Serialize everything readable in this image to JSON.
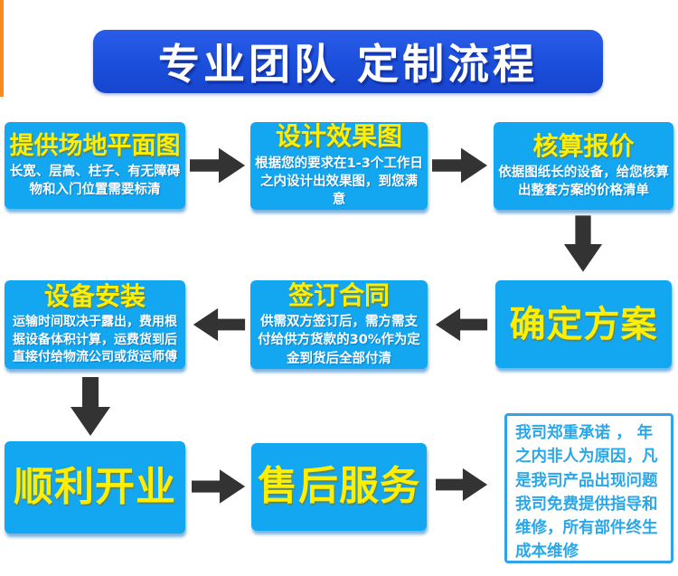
{
  "colors": {
    "accent_strip_orange": "#f68b1f",
    "banner_blue": "#1b4fdb",
    "box_cyan": "#12a7f0",
    "title_yellow": "#ffee00",
    "body_text_white": "#ffffff",
    "arrow_black": "#333333",
    "promise_blue": "#2aa7e8"
  },
  "banner": {
    "title": "专业团队 定制流程"
  },
  "steps": [
    {
      "title": "提供场地平面图",
      "desc": "长宽、层高、柱子、有无障碍物和入门位置需要标清"
    },
    {
      "title": "设计效果图",
      "desc": "根据您的要求在1-3个工作日之内设计出效果图，到您满意"
    },
    {
      "title": "核算报价",
      "desc": "依据图纸长的设备，给您核算出整套方案的价格清单"
    },
    {
      "title": "确定方案"
    },
    {
      "title": "签订合同",
      "desc": "供需双方签订后，需方需支付给供方货款的30%作为定金到货后全部付清"
    },
    {
      "title": "设备安装",
      "desc": "运输时间取决于露出，费用根据设备体积计算，运费货到后直接付给物流公司或货运师傅"
    },
    {
      "title": "顺利开业"
    },
    {
      "title": "售后服务"
    }
  ],
  "promise": {
    "text": "我司郑重承诺 ，  年之内非人为原因，凡是我司产品出现问题我司免费提供指导和维修，所有部件终生成本维修"
  }
}
